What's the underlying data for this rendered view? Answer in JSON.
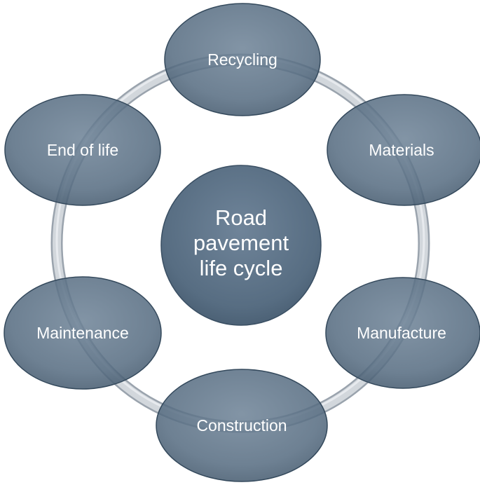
{
  "center": {
    "lines": [
      "Road",
      "pavement",
      "life cycle"
    ]
  },
  "stages": [
    {
      "id": "recycling",
      "label": "Recycling"
    },
    {
      "id": "materials",
      "label": "Materials"
    },
    {
      "id": "manufacture",
      "label": "Manufacture"
    },
    {
      "id": "construction",
      "label": "Construction"
    },
    {
      "id": "maintenance",
      "label": "Maintenance"
    },
    {
      "id": "end-of-life",
      "label": "End of life"
    }
  ],
  "colors": {
    "node_fill": "#5a7085",
    "node_edge": "#34495c",
    "ring": "#c6ccd3",
    "ring_edge": "#9aa3ad",
    "text": "#ffffff"
  }
}
